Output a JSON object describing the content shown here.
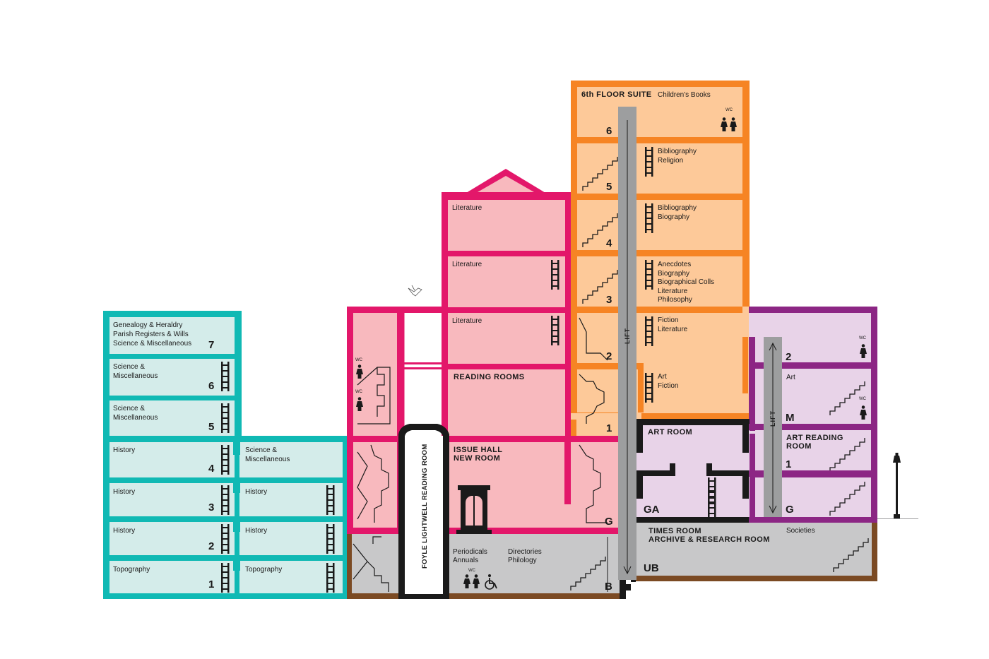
{
  "colors": {
    "teal_wall": "#10b9b4",
    "teal_fill": "#d4ecea",
    "pink_wall": "#e3176a",
    "pink_fill": "#f8b9be",
    "orange_wall": "#f68424",
    "orange_fill": "#fdc999",
    "purple_wall": "#8c2684",
    "purple_fill": "#e8d3e8",
    "basement_fill": "#c8c8c9",
    "basement_wall": "#7b4a23",
    "lift": "#9d9e9f",
    "dark": "#1a1a1a"
  },
  "teal_wing": {
    "rooms": [
      {
        "lines": [
          "Genealogy & Heraldry",
          "Parish Registers & Wills",
          "Science & Miscellaneous"
        ],
        "floor": "7"
      },
      {
        "lines": [
          "Science &",
          "Miscellaneous"
        ],
        "floor": "6"
      },
      {
        "lines": [
          "Science &",
          "Miscellaneous"
        ],
        "floor": "5"
      },
      {
        "lines": [
          "History"
        ],
        "floor": "4"
      },
      {
        "lines": [
          "History"
        ],
        "floor": "3"
      },
      {
        "lines": [
          "History"
        ],
        "floor": "2"
      },
      {
        "lines": [
          "Topography"
        ],
        "floor": "1"
      }
    ],
    "annex": [
      {
        "lines": [
          "Science &",
          "Miscellaneous"
        ]
      },
      {
        "lines": [
          "History"
        ]
      },
      {
        "lines": [
          "History"
        ]
      },
      {
        "lines": [
          "Topography"
        ]
      }
    ]
  },
  "pink_block": {
    "rooms": [
      {
        "label": "Literature"
      },
      {
        "label": "Literature"
      },
      {
        "label": "Literature"
      }
    ],
    "reading_rooms": "READING ROOMS",
    "issue_hall": [
      "ISSUE HALL",
      "NEW ROOM"
    ],
    "reading_room": "FOYLE LIGHTWELL READING ROOM",
    "wc": "WC"
  },
  "orange_tower": {
    "suite": "6th FLOOR SUITE",
    "suite_note": "Children's Books",
    "wc": "WC",
    "rooms": [
      {
        "lines": [
          "Bibliography",
          "Religion"
        ],
        "floor": "5"
      },
      {
        "lines": [
          "Bibliography",
          "Biography"
        ],
        "floor": "4"
      },
      {
        "lines": [
          "Anecdotes",
          "Biography",
          "Biographical Colls",
          "Literature",
          "Philosophy"
        ],
        "floor": "3"
      },
      {
        "lines": [
          "Fiction",
          "Literature"
        ],
        "floor": "2"
      },
      {
        "lines": [
          "Art",
          "Fiction"
        ],
        "floor": "1"
      }
    ],
    "top_floor": "6",
    "lift": "LIFT"
  },
  "purple_wing": {
    "floors": {
      "two": "2",
      "m": "M",
      "one": "1",
      "g": "G"
    },
    "art_label": "Art",
    "art_room": "ART ROOM",
    "art_reading": [
      "ART READING",
      "ROOM"
    ],
    "ga": "GA",
    "lift": "LIFT",
    "wc": "WC"
  },
  "basement": {
    "left_lines": [
      "Periodicals",
      "Annuals"
    ],
    "right_lines": [
      "Directories",
      "Philology"
    ],
    "wc": "WC",
    "b": "B",
    "g": "G",
    "ub": "UB",
    "times": [
      "TIMES ROOM",
      "ARCHIVE & RESEARCH ROOM"
    ],
    "societies": "Societies"
  }
}
